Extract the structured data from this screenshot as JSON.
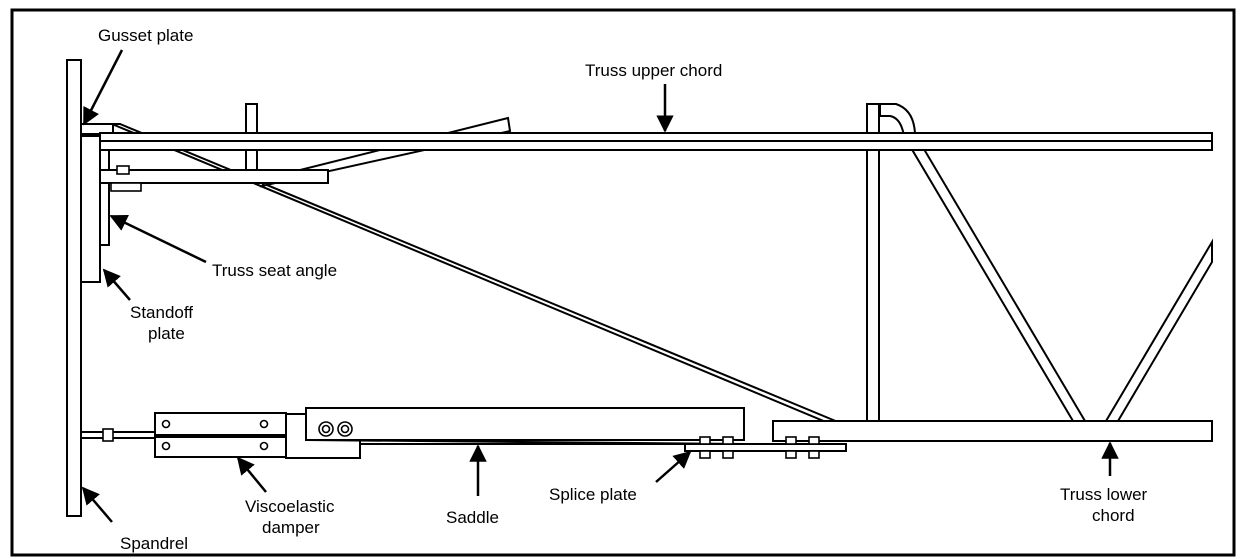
{
  "diagram": {
    "labels": {
      "gusset_plate": "Gusset plate",
      "truss_upper_chord": "Truss upper chord",
      "truss_seat_angle": "Truss seat angle",
      "standoff_plate_line1": "Standoff",
      "standoff_plate_line2": "plate",
      "spandrel": "Spandrel",
      "viscoelastic_damper_line1": "Viscoelastic",
      "viscoelastic_damper_line2": "damper",
      "saddle": "Saddle",
      "splice_plate": "Splice plate",
      "truss_lower_chord_line1": "Truss lower",
      "truss_lower_chord_line2": "chord"
    }
  }
}
